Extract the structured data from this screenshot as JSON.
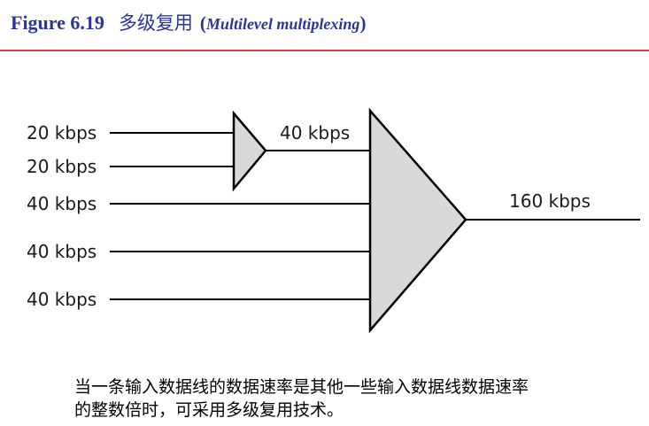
{
  "header": {
    "figure_number": "Figure 6.19",
    "title_cn": "多级复用",
    "title_en": "Multilevel multiplexing",
    "title_color": "#2a3596",
    "rule_color": "#e23a3a"
  },
  "diagram": {
    "inputs": [
      {
        "label": "20 kbps"
      },
      {
        "label": "20 kbps"
      },
      {
        "label": "40 kbps"
      },
      {
        "label": "40 kbps"
      },
      {
        "label": "40 kbps"
      }
    ],
    "first_stage_output": "40 kbps",
    "final_output": "160 kbps",
    "mux_fill": "#d9d9d9"
  },
  "caption": {
    "line1": "当一条输入数据线的数据速率是其他一些输入数据线数据速率",
    "line2": "的整数倍时，可采用多级复用技术。"
  }
}
